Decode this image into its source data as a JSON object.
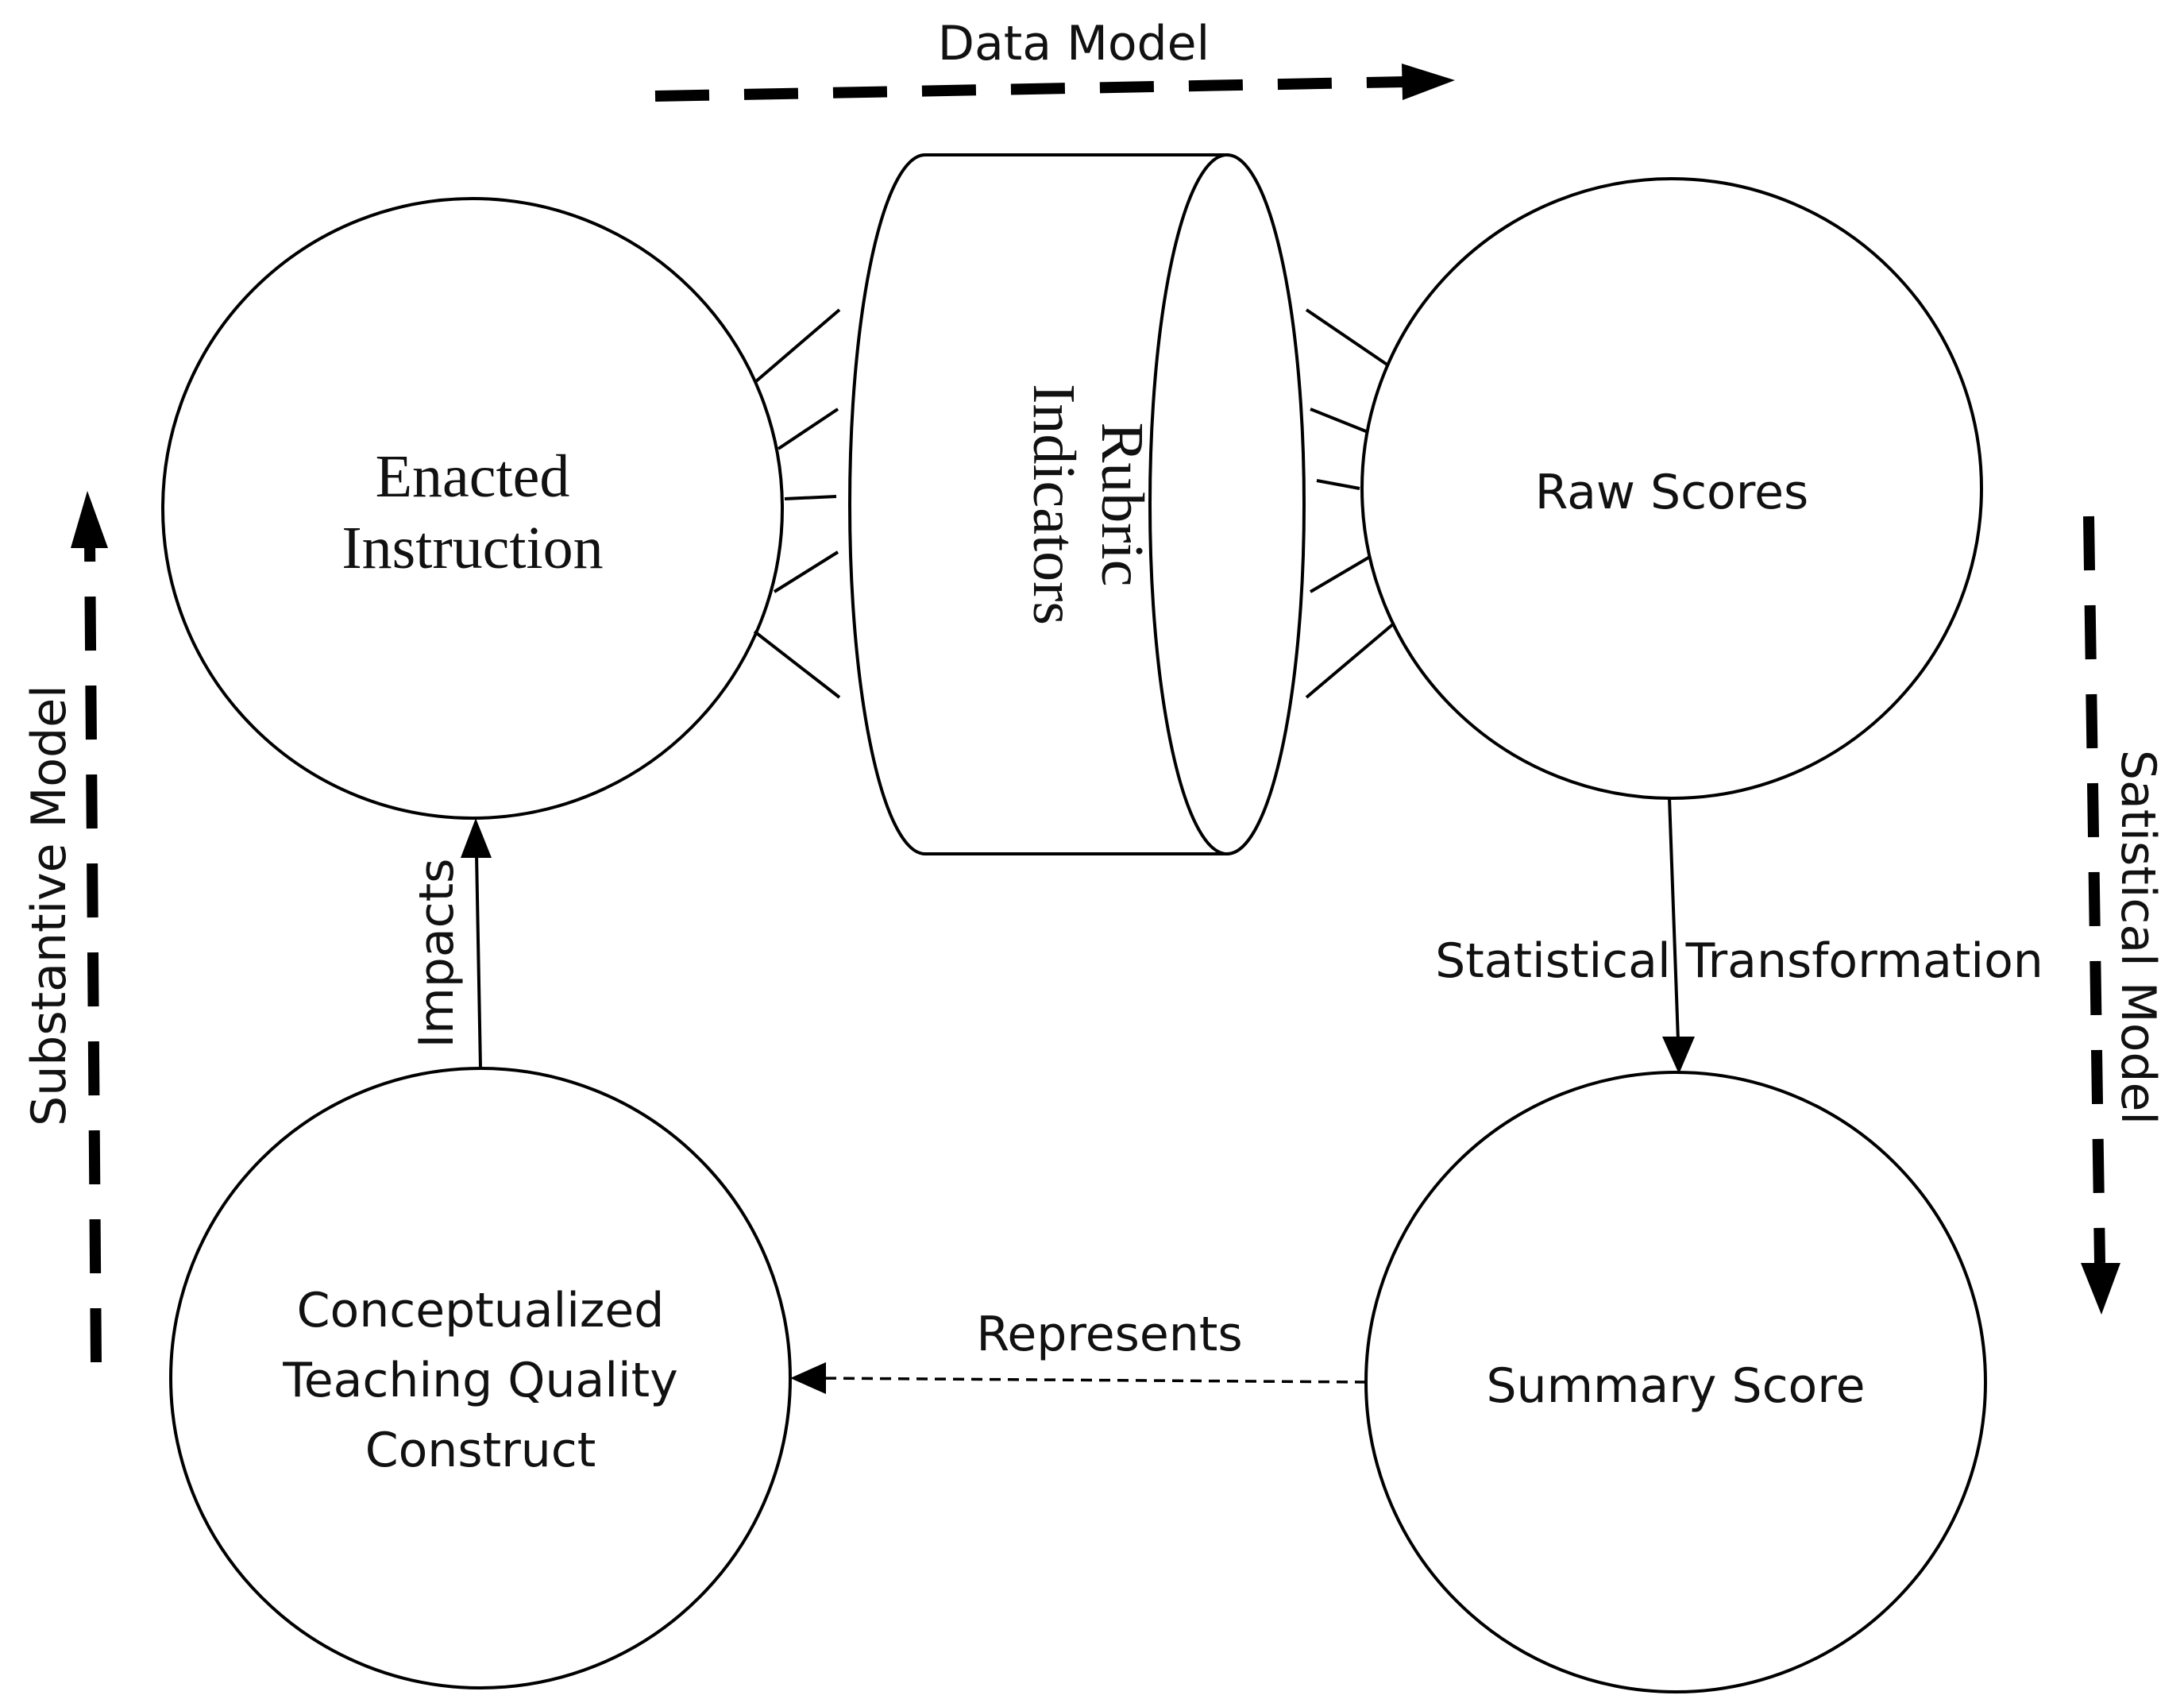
{
  "nodes": {
    "enacted_instruction": [
      "Enacted",
      "Instruction"
    ],
    "rubric_indicators": [
      "Rubric",
      "Indicators"
    ],
    "raw_scores": "Raw Scores",
    "summary_score": "Summary Score",
    "conceptualized_construct": [
      "Conceptualized",
      "Teaching Quality",
      "Construct"
    ]
  },
  "edges": {
    "impacts": "Impacts",
    "statistical_transformation": "Statistical Transformation",
    "represents": "Represents"
  },
  "models": {
    "data_model": "Data Model",
    "substantive_model": "Substantive Model",
    "statistical_model": "Satistical Model"
  }
}
